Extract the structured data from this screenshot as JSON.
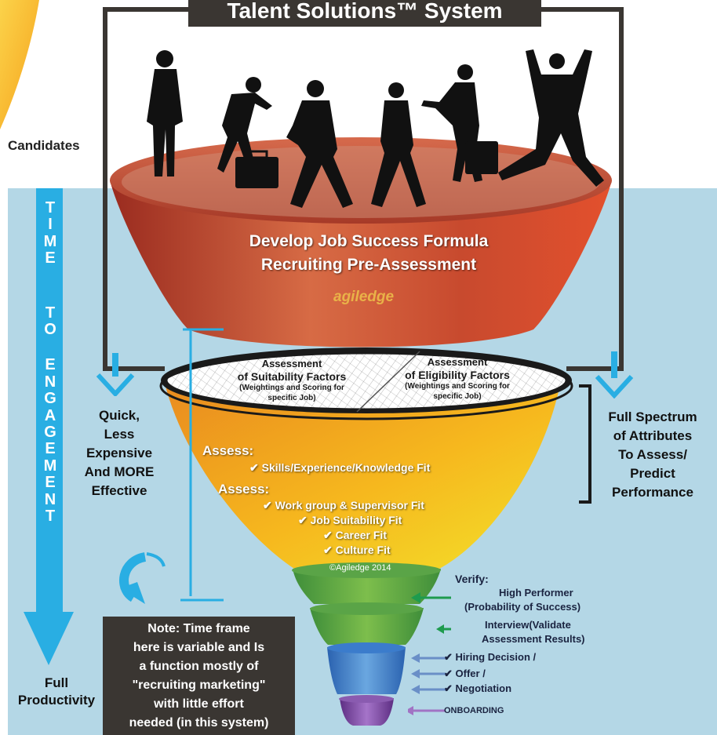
{
  "title": "Talent Solutions™ System",
  "candidates_label": "Candidates",
  "time_to_engagement": [
    "T",
    "I",
    "M",
    "E",
    "",
    "T",
    "O",
    "",
    "E",
    "N",
    "G",
    "A",
    "G",
    "E",
    "M",
    "E",
    "N",
    "T"
  ],
  "full_productivity": [
    "Full",
    "Productivity"
  ],
  "funnel_top": {
    "line1": "Develop Job Success Formula",
    "line2": "Recruiting Pre-Assessment",
    "logo": "agiledge"
  },
  "rim": {
    "left": {
      "title1": "Assessment",
      "title2": "of Suitability Factors",
      "sub1": "(Weightings and Scoring for",
      "sub2": "specific Job)"
    },
    "right": {
      "title1": "Assessment",
      "title2": "of Eligibility Factors",
      "sub1": "(Weightings and Scoring for",
      "sub2": "specific Job)"
    }
  },
  "left_note": [
    "Quick,",
    "Less",
    "Expensive",
    "And MORE",
    "Effective"
  ],
  "right_note": [
    "Full Spectrum",
    "of Attributes",
    "To Assess/",
    "Predict",
    "Performance"
  ],
  "assess1": {
    "head": "Assess:",
    "items": [
      "Skills/Experience/Knowledge Fit"
    ]
  },
  "assess2": {
    "head": "Assess:",
    "items": [
      "Work group & Supervisor Fit",
      "Job Suitability Fit",
      "Career Fit",
      "Culture Fit"
    ]
  },
  "copyright": "©Agiledge 2014",
  "verify": {
    "head": "Verify:",
    "l1": "High Performer",
    "l2": "(Probability of Success)"
  },
  "interview": {
    "l1": "Interview(Validate",
    "l2": "Assessment Results)"
  },
  "hiring": [
    "Hiring Decision /",
    "Offer /",
    "Negotiation"
  ],
  "onboarding": "ONBOARDING",
  "note_box": [
    "Note: Time frame",
    "here is variable and Is",
    "a function mostly of",
    "\"recruiting marketing\"",
    "with little effort",
    "needed (in this system)"
  ],
  "icons": [
    "person-silhouette-icon",
    "briefcase-icon",
    "checkmark-icon",
    "arrow-left-icon",
    "curved-arrow-icon"
  ],
  "colors": {
    "sky": "#b4d7e6",
    "arrow": "#29aee3",
    "title_bg": "#3a3632",
    "green_arrow": "#1e9b4e",
    "purple": "#7b4ea0"
  }
}
